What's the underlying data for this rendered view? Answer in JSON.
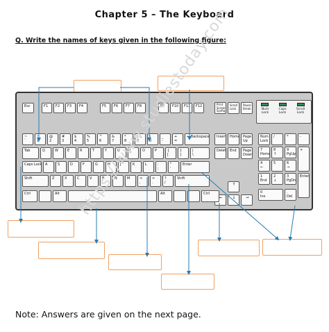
{
  "title": "Chapter 5 – The Keyboard",
  "question": "Q. Write the names of keys given in the following figure:",
  "note": "Note: Answers are given on the next page.",
  "watermark": "https://www.studiestoday.com",
  "colors": {
    "box_border": "#f0a060",
    "arrow": "#2a7ab0",
    "keyboard_body": "#c9c9c9"
  },
  "keyboard": {
    "row0": [
      "Esc",
      "F1",
      "F2",
      "F3",
      "F4",
      "F5",
      "F6",
      "F7",
      "F8",
      "F9",
      "F10",
      "F11",
      "F12",
      "Print\nScreen\nSysRq",
      "Scroll\nLock",
      "Pause\nBreak"
    ],
    "indicators": [
      "Num\nLock",
      "Caps\nLock",
      "Scroll\nLock"
    ],
    "row1": [
      "~\n`",
      "!\n1",
      "@\n2",
      "#\n3",
      "$\n4",
      "%\n5",
      "^\n6",
      "&\n7",
      "*\n8",
      "(\n9",
      ")\n0",
      "_\n-",
      "+\n=",
      "← Backspace"
    ],
    "row2": [
      "Tab",
      "Q",
      "W",
      "E",
      "R",
      "T",
      "Y",
      "U",
      "I",
      "O",
      "P",
      "{\n[",
      "}\n]",
      "|\n\\"
    ],
    "row3": [
      "Caps Lock",
      "A",
      "S",
      "D",
      "F",
      "G",
      "H",
      "J",
      "K",
      "L",
      ":\n;",
      "\"\n'",
      "Enter"
    ],
    "row4": [
      "Shift",
      "Z",
      "X",
      "C",
      "V",
      "B",
      "N",
      "M",
      "<\n,",
      ">\n.",
      "?\n/",
      "Shift"
    ],
    "row5": [
      "Ctrl",
      "",
      "Alt",
      "",
      "Alt",
      "",
      "",
      "Ctrl"
    ],
    "nav": [
      "Insert",
      "Home",
      "Page\nUp",
      "Delete",
      "End",
      "Page\nDown"
    ],
    "arrows": [
      "↑",
      "←",
      "↓",
      "→"
    ],
    "numpad": [
      "Num\nLock",
      "/",
      "*",
      "-",
      "7\nHome",
      "8\n↑",
      "9\nPgUp",
      "+",
      "4\n←",
      "5",
      "6\n→",
      "1\nEnd",
      "2\n↓",
      "3\nPgDn",
      "Enter",
      "0\nIns",
      ".\nDel"
    ]
  }
}
